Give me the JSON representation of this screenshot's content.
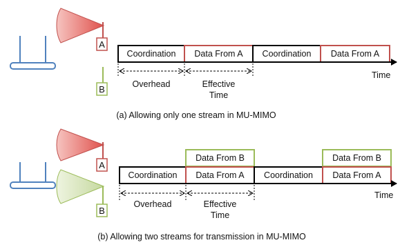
{
  "panel_a": {
    "client_a_label": "A",
    "client_b_label": "B",
    "slots": [
      "Coordination",
      "Data From A",
      "Coordination",
      "Data From A"
    ],
    "time_label": "Time",
    "overhead_label": "Overhead",
    "effective_line1": "Effective",
    "effective_line2": "Time",
    "caption": "(a) Allowing only one stream in MU-MIMO"
  },
  "panel_b": {
    "client_a_label": "A",
    "client_b_label": "B",
    "slots": [
      "Coordination",
      "Data From A",
      "Coordination",
      "Data From A"
    ],
    "upper_slots": [
      "Data From B",
      "Data From B"
    ],
    "time_label": "Time",
    "overhead_label": "Overhead",
    "effective_line1": "Effective",
    "effective_line2": "Time",
    "caption": "(b) Allowing two streams for transmission in MU-MIMO"
  },
  "colors": {
    "coordination_box": "#000000",
    "data_a_box": "#c0504d",
    "data_b_box": "#9bbb59",
    "beam_a": "#e8706a",
    "beam_b": "#c6d9a0",
    "router": "#4f81bd"
  }
}
